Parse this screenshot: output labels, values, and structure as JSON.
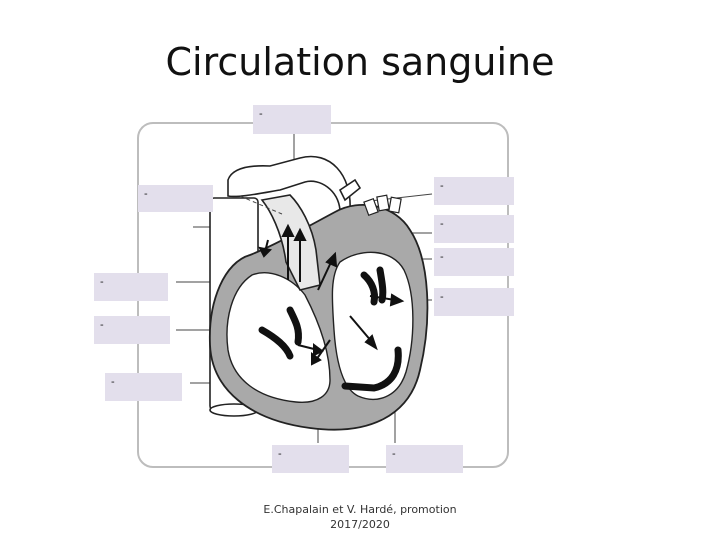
{
  "title": "Circulation sanguine",
  "labels": {
    "top": "-",
    "left_upper": "-",
    "right_1": "-",
    "right_2": "-",
    "right_3": "-",
    "left_mid": "-",
    "right_4": "-",
    "left_lower": "-",
    "left_bottom": "-",
    "bottom_left": "-",
    "bottom_right": "-"
  },
  "credit": {
    "line1": "E.Chapalain et V. Hardé, promotion",
    "line2": "2017/2020"
  },
  "colors": {
    "label_bg": "#e3dfec",
    "heart_wall": "#aaaaaa",
    "outline": "#222222",
    "arrow": "#111111"
  }
}
